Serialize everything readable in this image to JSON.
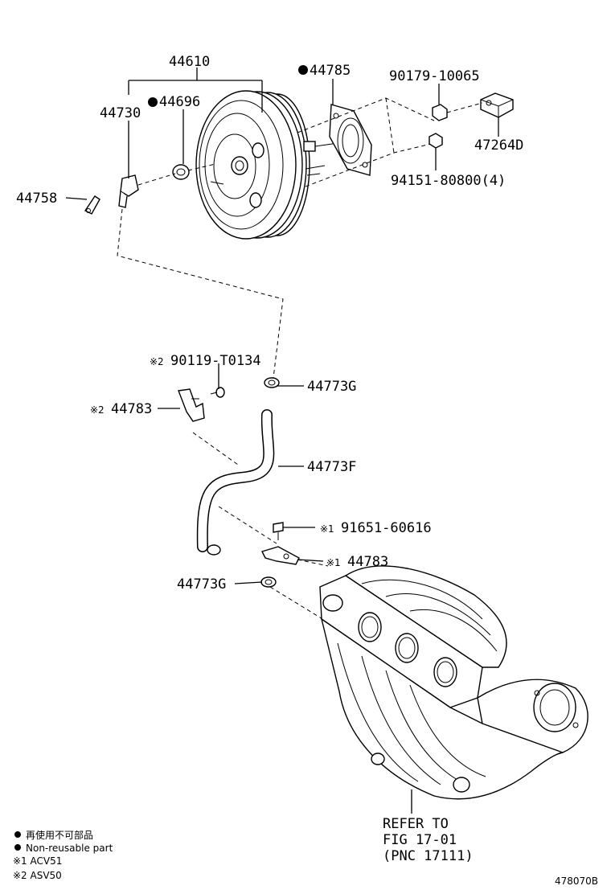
{
  "parts": {
    "p44610": "44610",
    "p44730": "44730",
    "p44696": "44696",
    "p44785": "44785",
    "p90179": "90179-10065",
    "p47264d": "47264D",
    "p94151": "94151-80800(4)",
    "p44758": "44758",
    "p90119": "90119-T0134",
    "p44773g_top": "44773G",
    "p44783_top": "44783",
    "p44773f": "44773F",
    "p91651": "91651-60616",
    "p44783_bot": "44783",
    "p44773g_bot": "44773G"
  },
  "marks": {
    "ref1": "※1",
    "ref2": "※2"
  },
  "refer": {
    "line1": "REFER TO",
    "line2": "FIG 17-01",
    "line3": "(PNC 17111)"
  },
  "legend": {
    "nonreusable_jp": "再使用不可部品",
    "nonreusable_en": "Non-reusable part",
    "note1": "※1 ACV51",
    "note2": "※2 ASV50"
  },
  "figure_id": "478070B"
}
